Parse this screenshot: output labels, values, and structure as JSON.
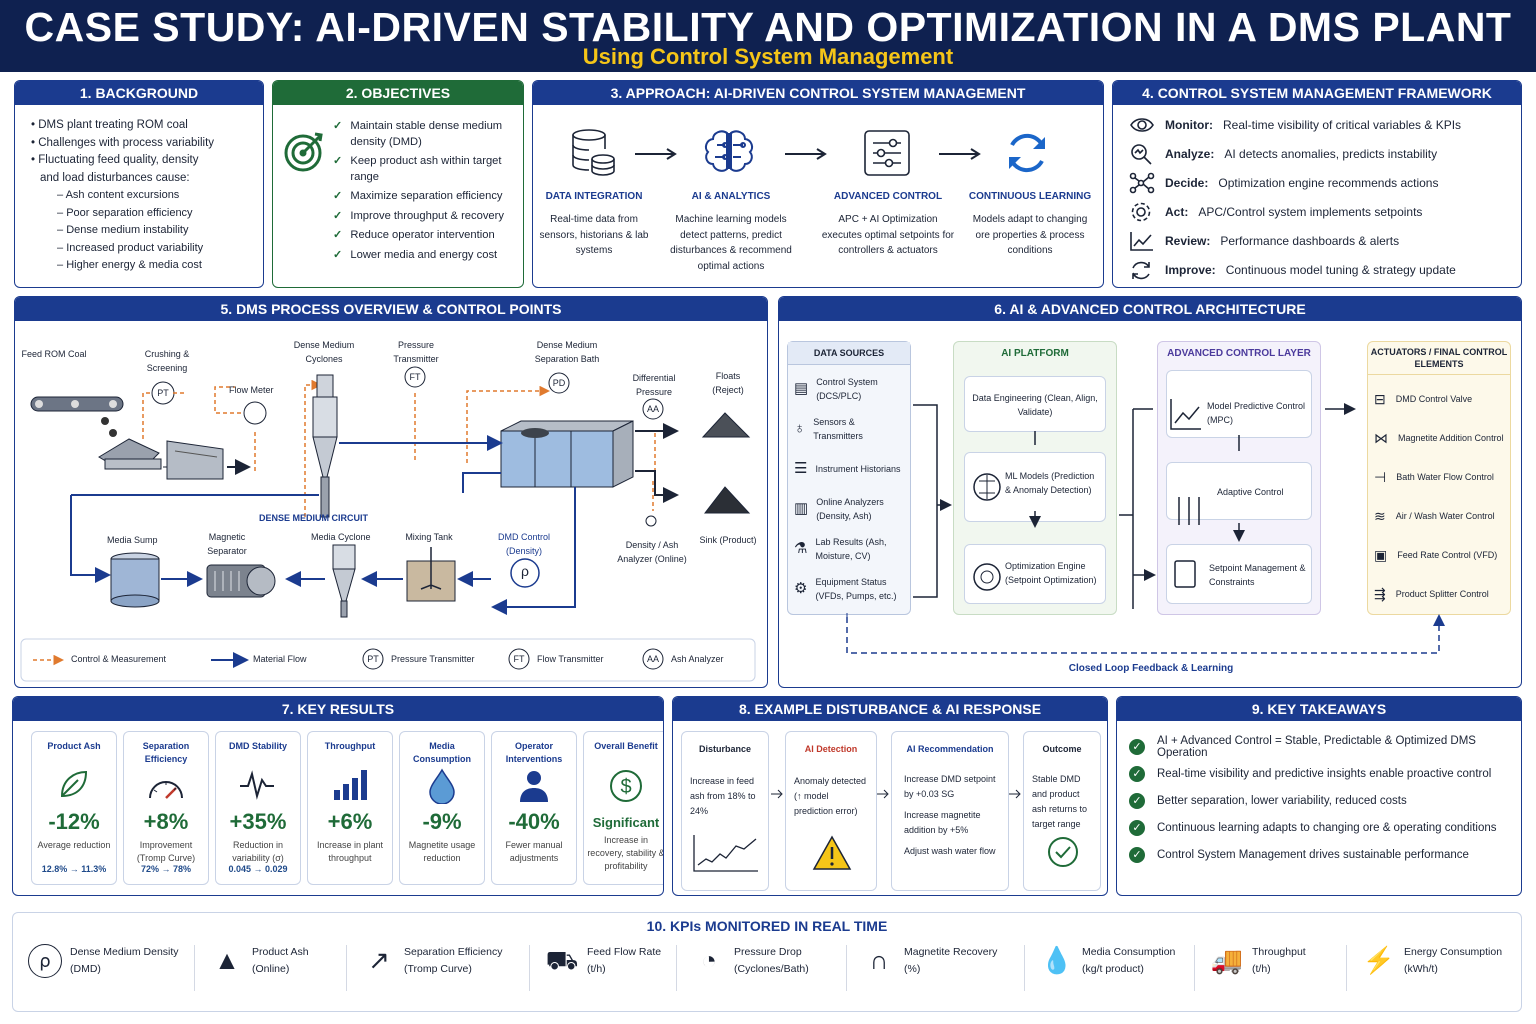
{
  "header": {
    "title": "CASE STUDY: AI-DRIVEN STABILITY AND OPTIMIZATION IN A DMS PLANT",
    "subtitle": "Using Control System Management"
  },
  "background": {
    "title": "1. BACKGROUND",
    "items": [
      "DMS plant treating ROM coal",
      "Challenges with process variability",
      "Fluctuating feed quality, density",
      "and load disturbances cause:"
    ],
    "subitems": [
      "Ash content excursions",
      "Poor separation efficiency",
      "Dense medium instability",
      "Increased product variability",
      "Higher energy & media cost"
    ]
  },
  "objectives": {
    "title": "2. OBJECTIVES",
    "items": [
      "Maintain stable dense medium density (DMD)",
      "Keep product ash within target range",
      "Maximize separation efficiency",
      "Improve throughput & recovery",
      "Reduce operator intervention",
      "Lower media and energy cost"
    ]
  },
  "approach": {
    "title": "3. APPROACH: AI-DRIVEN CONTROL SYSTEM MANAGEMENT",
    "steps": [
      {
        "title": "DATA INTEGRATION",
        "text": "Real-time data from sensors, historians & lab systems",
        "icon": "database-icon"
      },
      {
        "title": "AI & ANALYTICS",
        "text": "Machine learning models detect patterns, predict disturbances & recommend optimal actions",
        "icon": "brain-icon"
      },
      {
        "title": "ADVANCED CONTROL",
        "text": "APC + AI Optimization executes optimal setpoints for controllers & actuators",
        "icon": "sliders-icon"
      },
      {
        "title": "CONTINUOUS LEARNING",
        "text": "Models adapt to changing ore properties & process conditions",
        "icon": "refresh-icon"
      }
    ]
  },
  "framework": {
    "title": "4. CONTROL SYSTEM MANAGEMENT FRAMEWORK",
    "rows": [
      {
        "k": "Monitor:",
        "v": "Real-time visibility of critical variables & KPIs",
        "icon": "eye-icon"
      },
      {
        "k": "Analyze:",
        "v": "AI detects anomalies, predicts instability",
        "icon": "magnifier-icon"
      },
      {
        "k": "Decide:",
        "v": "Optimization engine recommends actions",
        "icon": "network-icon"
      },
      {
        "k": "Act:",
        "v": "APC/Control system implements setpoints",
        "icon": "gear-icon"
      },
      {
        "k": "Review:",
        "v": "Performance dashboards & alerts",
        "icon": "trend-icon"
      },
      {
        "k": "Improve:",
        "v": "Continuous model tuning & strategy update",
        "icon": "cycle-icon"
      }
    ]
  },
  "process": {
    "title": "5. DMS PROCESS OVERVIEW & CONTROL POINTS",
    "labels": {
      "feed": "Feed ROM Coal",
      "crushing": "Crushing & Screening",
      "flow_meter": "Flow Meter",
      "cyclones": "Dense Medium Cyclones",
      "pressure": "Pressure Transmitter",
      "bath": "Dense Medium Separation Bath",
      "diff": "Differential Pressure",
      "floats": "Floats (Reject)",
      "sink": "Sink (Product)",
      "density": "Density / Ash Analyzer (Online)",
      "circuit": "DENSE MEDIUM CIRCUIT",
      "sump": "Media Sump",
      "magsep": "Magnetic Separator",
      "mcyc": "Media Cyclone",
      "mixing": "Mixing Tank",
      "dmd": "DMD Control (Density)"
    },
    "tags": {
      "pt": "PT",
      "ft": "FT",
      "pd": "PD",
      "aa": "AA",
      "rho": "ρ"
    },
    "legend": {
      "control": "Control & Measurement",
      "material": "Material Flow",
      "pt": "Pressure Transmitter",
      "ft": "Flow Transmitter",
      "aa": "Ash Analyzer"
    }
  },
  "architecture": {
    "title": "6. AI & ADVANCED CONTROL ARCHITECTURE",
    "sources_title": "DATA SOURCES",
    "sources": [
      "Control System (DCS/PLC)",
      "Sensors & Transmitters",
      "Instrument Historians",
      "Online Analyzers (Density, Ash)",
      "Lab Results (Ash, Moisture, CV)",
      "Equipment Status (VFDs, Pumps, etc.)"
    ],
    "platform_title": "AI PLATFORM",
    "platform": [
      "Data Engineering (Clean, Align, Validate)",
      "ML Models (Prediction & Anomaly Detection)",
      "Optimization Engine (Setpoint Optimization)"
    ],
    "control_title": "ADVANCED CONTROL LAYER",
    "control": [
      "Model Predictive Control (MPC)",
      "Adaptive Control",
      "Setpoint Management & Constraints"
    ],
    "act_title": "ACTUATORS / FINAL CONTROL ELEMENTS",
    "actuators": [
      "DMD Control Valve",
      "Magnetite Addition Control",
      "Bath Water Flow Control",
      "Air / Wash Water Control",
      "Feed Rate Control (VFD)",
      "Product Splitter Control"
    ],
    "feedback": "Closed Loop Feedback & Learning"
  },
  "results": {
    "title": "7. KEY RESULTS",
    "cards": [
      {
        "h": "Product Ash",
        "v": "-12%",
        "d": "Average reduction",
        "f": "12.8% → 11.3%"
      },
      {
        "h": "Separation Efficiency",
        "v": "+8%",
        "d": "Improvement (Tromp Curve)",
        "f": "72% → 78%"
      },
      {
        "h": "DMD Stability",
        "v": "+35%",
        "d": "Reduction in variability (σ)",
        "f": "0.045 → 0.029"
      },
      {
        "h": "Throughput",
        "v": "+6%",
        "d": "Increase in plant throughput",
        "f": ""
      },
      {
        "h": "Media Consumption",
        "v": "-9%",
        "d": "Magnetite usage reduction",
        "f": ""
      },
      {
        "h": "Operator Interventions",
        "v": "-40%",
        "d": "Fewer manual adjustments",
        "f": ""
      },
      {
        "h": "Overall Benefit",
        "v": "Significant",
        "d": "Increase in recovery, stability & profitability",
        "f": ""
      }
    ]
  },
  "disturbance": {
    "title": "8. EXAMPLE DISTURBANCE & AI RESPONSE",
    "cols": [
      {
        "h": "Disturbance",
        "lines": [
          "Increase in feed ash from 18% to 24%"
        ]
      },
      {
        "h": "AI Detection",
        "lines": [
          "Anomaly detected (↑ model prediction error)"
        ]
      },
      {
        "h": "AI Recommendation",
        "lines": [
          "Increase DMD setpoint by +0.03 SG",
          "Increase magnetite addition by +5%",
          "Adjust wash water flow"
        ]
      },
      {
        "h": "Outcome",
        "lines": [
          "Stable DMD and product ash returns to target range"
        ]
      }
    ]
  },
  "takeaways": {
    "title": "9. KEY TAKEAWAYS",
    "items": [
      "AI + Advanced Control = Stable, Predictable & Optimized DMS Operation",
      "Real-time visibility and predictive insights enable proactive control",
      "Better separation, lower variability, reduced costs",
      "Continuous learning adapts to changing ore & operating conditions",
      "Control System Management drives sustainable performance"
    ]
  },
  "kpis": {
    "title": "10. KPIs MONITORED IN REAL TIME",
    "items": [
      {
        "a": "Dense Medium Density",
        "b": "(DMD)"
      },
      {
        "a": "Product Ash",
        "b": "(Online)"
      },
      {
        "a": "Separation Efficiency",
        "b": "(Tromp Curve)"
      },
      {
        "a": "Feed Flow Rate",
        "b": "(t/h)"
      },
      {
        "a": "Pressure Drop",
        "b": "(Cyclones/Bath)"
      },
      {
        "a": "Magnetite Recovery",
        "b": "(%)"
      },
      {
        "a": "Media Consumption",
        "b": "(kg/t product)"
      },
      {
        "a": "Throughput",
        "b": "(t/h)"
      },
      {
        "a": "Energy Consumption",
        "b": "(kWh/t)"
      }
    ]
  },
  "colors": {
    "navy": "#0f2150",
    "blue": "#1b3b8f",
    "green": "#1f6b38",
    "yellow": "#f5c518",
    "orange": "#e07a2e"
  }
}
